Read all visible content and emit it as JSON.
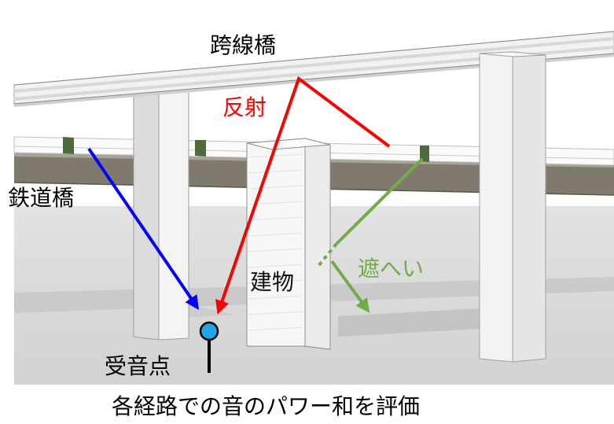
{
  "labels": {
    "overpass": "跨線橋",
    "reflection": "反射",
    "railway_bridge": "鉄道橋",
    "building": "建物",
    "shielding": "遮へい",
    "receiver": "受音点",
    "caption": "各経路での音のパワー和を評価"
  },
  "colors": {
    "direct_path": "#0000ff",
    "reflection_path": "#ff0000",
    "shielding_path": "#70ad47",
    "receiver": "#1ea7e6",
    "ground": "#d9d9d9",
    "sky": "#ffffff"
  },
  "icons": {
    "receiver": "receiver-point-icon"
  }
}
